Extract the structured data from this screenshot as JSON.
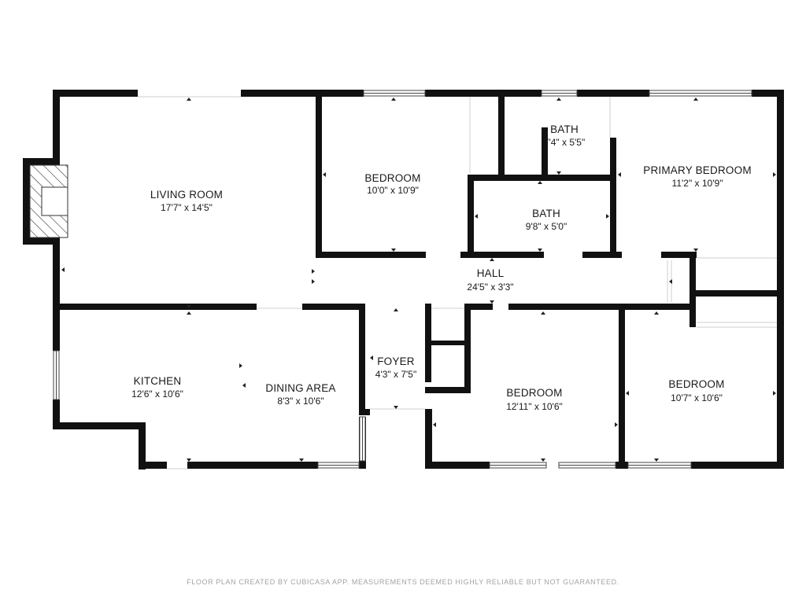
{
  "rooms": {
    "living": {
      "name": "LIVING ROOM",
      "dim": "17'7\" x 14'5\""
    },
    "bedroom_top": {
      "name": "BEDROOM",
      "dim": "10'0\" x 10'9\""
    },
    "bath_top": {
      "name": "BATH",
      "dim": "7'4\" x 5'5\""
    },
    "primary": {
      "name": "PRIMARY BEDROOM",
      "dim": "11'2\" x 10'9\""
    },
    "bath_mid": {
      "name": "BATH",
      "dim": "9'8\" x 5'0\""
    },
    "hall": {
      "name": "HALL",
      "dim": "24'5\" x 3'3\""
    },
    "kitchen": {
      "name": "KITCHEN",
      "dim": "12'6\" x 10'6\""
    },
    "dining": {
      "name": "DINING AREA",
      "dim": "8'3\" x 10'6\""
    },
    "foyer": {
      "name": "FOYER",
      "dim": "4'3\" x 7'5\""
    },
    "bedroom_mid": {
      "name": "BEDROOM",
      "dim": "12'11\" x 10'6\""
    },
    "bedroom_right": {
      "name": "BEDROOM",
      "dim": "10'7\" x 10'6\""
    }
  },
  "footer": "FLOOR PLAN CREATED BY CUBICASA APP. MEASUREMENTS DEEMED HIGHLY RELIABLE BUT NOT GUARANTEED.",
  "colors": {
    "wall": "#111111",
    "label": "#1a1a1a",
    "footer": "#a3a3a3"
  }
}
